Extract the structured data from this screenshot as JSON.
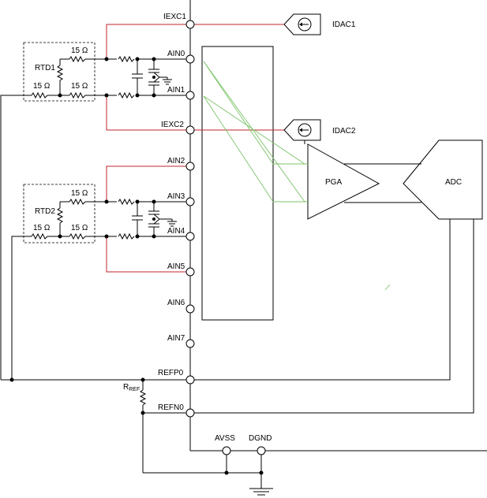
{
  "pins": {
    "iexc1": "IEXC1",
    "ain0": "AIN0",
    "ain1": "AIN1",
    "iexc2": "IEXC2",
    "ain2": "AIN2",
    "ain3": "AIN3",
    "ain4": "AIN4",
    "ain5": "AIN5",
    "ain6": "AIN6",
    "ain7": "AIN7",
    "refp0": "REFP0",
    "refn0": "REFN0",
    "avss": "AVSS",
    "dgnd": "DGND"
  },
  "sources": {
    "idac1": "IDAC1",
    "idac2": "IDAC2"
  },
  "blocks": {
    "pga": "PGA",
    "adc": "ADC"
  },
  "rtd1": {
    "label": "RTD1",
    "r_top": "15 Ω",
    "r_bottom_left": "15 Ω",
    "r_bottom_right": "15 Ω"
  },
  "rtd2": {
    "label": "RTD2",
    "r_top": "15 Ω",
    "r_bottom_left": "15 Ω",
    "r_bottom_right": "15 Ω"
  },
  "rref": {
    "main": "R",
    "sub": "REF"
  },
  "colors": {
    "excitation_wire": "#c0252b",
    "mux_path": "#7cc46a",
    "wire": "#000000"
  }
}
